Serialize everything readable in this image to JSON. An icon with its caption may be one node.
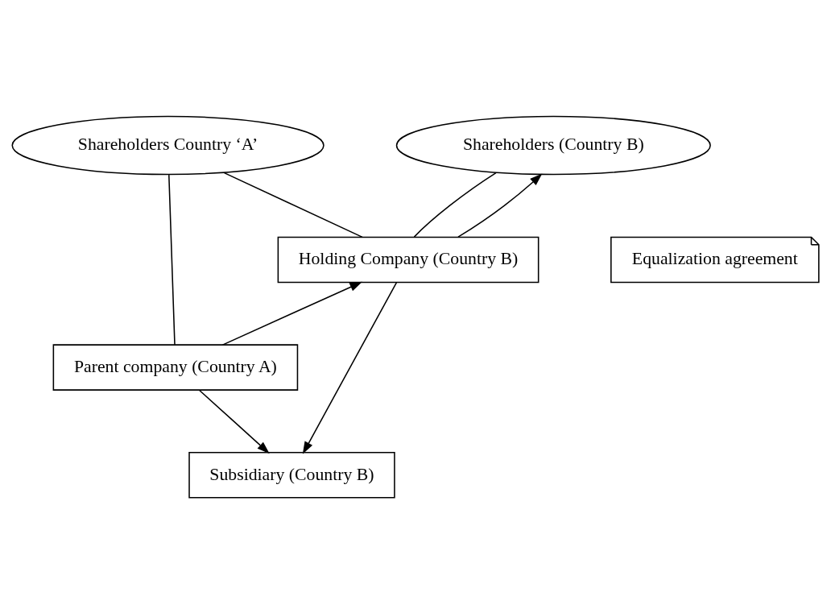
{
  "diagram": {
    "nodes": [
      {
        "text": [
          "Shareholders Country ‘A’"
        ]
      },
      {
        "text": [
          "Shareholders (Country B)"
        ]
      },
      {
        "text": [
          "Equalization agreement"
        ]
      },
      {
        "text": [
          "Holding Company (Country B)"
        ]
      },
      {
        "text": [
          "Parent company (Country A)"
        ]
      },
      {
        "text": [
          "Subsidiary (Country B)"
        ]
      }
    ],
    "edges": [
      {
        "from": 0,
        "to": 4,
        "arrow": "none"
      },
      {
        "from": 0,
        "to": 3,
        "arrow": "none"
      },
      {
        "from": 3,
        "to": 1,
        "arrow": "to"
      },
      {
        "from": 1,
        "to": 3,
        "arrow": "none"
      },
      {
        "from": 4,
        "to": 5,
        "arrow": "to"
      },
      {
        "from": 4,
        "to": 3,
        "arrow": "to"
      },
      {
        "from": 3,
        "to": 5,
        "arrow": "to"
      }
    ]
  }
}
